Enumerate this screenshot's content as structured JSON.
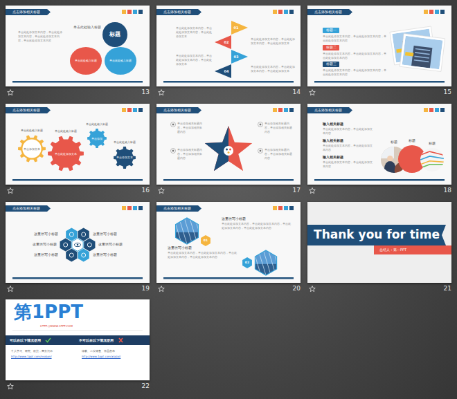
{
  "diagram": {
    "nodes": [
      {
        "text": [
          "点击添加相关标题",
          "13"
        ]
      },
      {
        "text": [
          "标题"
        ],
        "in": 0
      },
      {
        "text": [
          "单击此处输入标题"
        ],
        "in": 0
      },
      {
        "text": [
          "单击此处输入标题"
        ],
        "in": 0
      },
      {
        "text": [
          "点击添加相关标题",
          "14"
        ]
      },
      {
        "text": [
          "01"
        ],
        "in": 4
      },
      {
        "text": [
          "02"
        ],
        "in": 4
      },
      {
        "text": [
          "03"
        ],
        "in": 4
      },
      {
        "text": [
          "04"
        ],
        "in": 4
      },
      {
        "text": [
          "点击添加相关标题",
          "15"
        ]
      },
      {
        "text": [
          "标题一"
        ],
        "in": 9
      },
      {
        "text": [
          "标题二"
        ],
        "in": 9
      },
      {
        "text": [
          "标题三"
        ],
        "in": 9
      },
      {
        "text": [
          "点击添加相关标题",
          "16"
        ]
      },
      {
        "text": [
          "单击此处输入标题",
          "单击添加文本"
        ],
        "in": 13
      },
      {
        "text": [
          "单击此处输入标题",
          "单击此处添加文本"
        ],
        "in": 13
      },
      {
        "text": [
          "单击此处输入标题",
          "单击添加"
        ],
        "in": 13
      },
      {
        "text": [
          "单击此处输入标题",
          "单击添加文本"
        ],
        "in": 13
      },
      {
        "text": [
          "点击添加相关标题",
          "17"
        ]
      },
      {
        "text": [
          "点击添加相关标题",
          "18"
        ]
      },
      {
        "text": [
          "标题"
        ],
        "in": 19
      },
      {
        "text": [
          "标题"
        ],
        "in": 19
      },
      {
        "text": [
          "标题"
        ],
        "in": 19
      },
      {
        "text": [
          "点击添加相关标题",
          "19"
        ]
      },
      {
        "text": [
          "点击添加相关标题",
          "20"
        ]
      },
      {
        "text": [
          "01"
        ],
        "in": 24
      },
      {
        "text": [
          "02"
        ],
        "in": 24
      },
      {
        "text": [
          "21"
        ]
      },
      {
        "text": [
          "Thank you for time"
        ],
        "in": 27
      },
      {
        "text": [
          "总结人：第一PPT"
        ],
        "in": 27
      },
      {
        "text": [
          "22"
        ]
      },
      {
        "text": [
          "可以在以下情况使用",
          "不可以在以下情况使用"
        ],
        "in": 30
      }
    ],
    "labels": [
      "单击此处输入标题",
      "单击此处添加文本内容，单击此处添加文本内容，单击此处添加文本内容，单击此处添加文本内容",
      "单击此处添加文本内容，单击此处添加文本内容，单击此处添加文本",
      "单击此处添加文本内容，单击此处添加文本内容，单击此处添加文本",
      "单击此处添加文本内容，单击此处添加文本内容，单击此处添加文本",
      "单击此处添加文本内容，单击此处添加文本内容，单击此处添加文本",
      "单击此处添加文本内容，单击此处添加文本内容，单击此处添加文本内容",
      "单击此处添加文本内容，单击此处添加文本内容，单击此处添加文本内容",
      "单击此处添加文本内容，单击此处添加文本内容，单击此处添加文本内容",
      "单击添加相关标题内容，单击添加相关标题内容",
      "单击添加相关标题内容，单击添加相关标题内容",
      "单击添加相关标题内容，单击添加相关标题内容",
      "单击添加相关标题内容，单击添加相关标题内容",
      "输入相关标题",
      "单击此处添加文本内容，单击此处添加文本内容",
      "输入相关标题",
      "单击此处添加文本内容，单击此处添加文本内容",
      "输入相关标题",
      "单击此处添加文本内容，单击此处添加文本内容",
      "这里填写小标题",
      "这里填写小标题",
      "这里填写小标题",
      "这里填写小标题",
      "这里填写小标题",
      "这里填写小标题",
      "这里填写小标题",
      "单击此处添加文本内容，单击此处添加文本内容，单击此处添加文本内容，单击此处添加文本内容",
      "这里填写小标题",
      "单击此处添加文本内容，单击此处添加文本内容，单击此处添加文本内容，单击此处添加文本内容",
      "第1PPT",
      "HTTP://WWW.1PPT.COM",
      "个人学习、研究、欣赏，商务演示",
      "http://www.1ppt.com/moban/",
      "转载、二次销售、作品发布",
      "http://www.1ppt.com/xiazai/"
    ]
  }
}
